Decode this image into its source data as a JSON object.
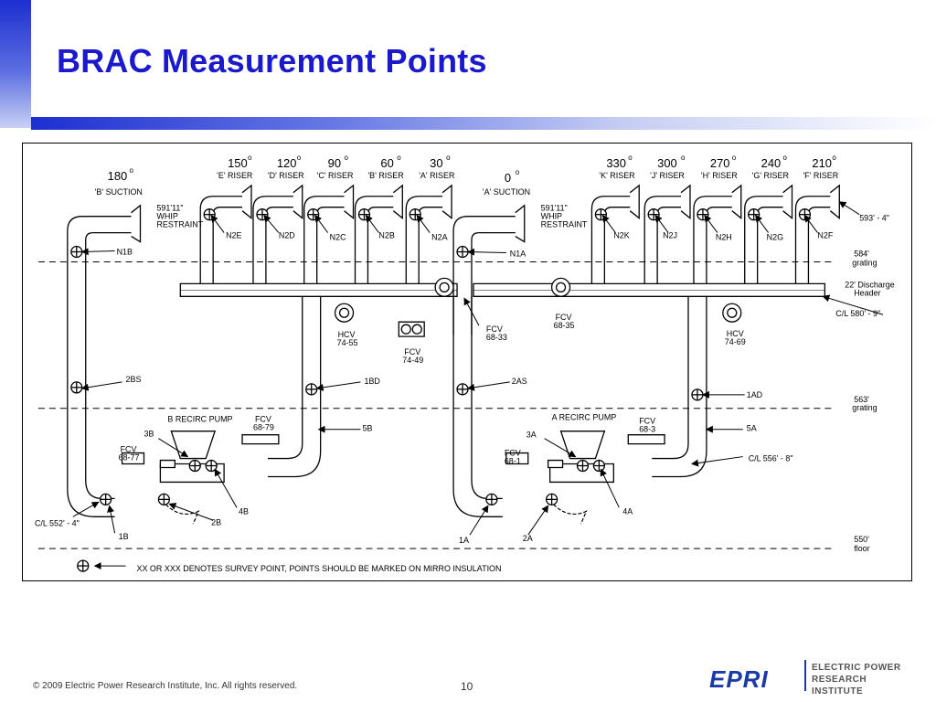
{
  "slide": {
    "title": "BRAC Measurement Points",
    "footer": "© 2009 Electric Power Research Institute, Inc. All rights reserved.",
    "page_number": "10",
    "logo_mark": "EPRI",
    "logo_name_line1": "ELECTRIC POWER",
    "logo_name_line2": "RESEARCH INSTITUTE"
  },
  "colors": {
    "accent": "#1a1acc",
    "line": "#000000"
  },
  "diagram": {
    "degrees": [
      "150",
      "120",
      "90",
      "60",
      "30",
      "330",
      "300",
      "270",
      "240",
      "210",
      "180",
      "0"
    ],
    "degree_mark": "o",
    "risers": [
      "'E' RISER",
      "'D' RISER",
      "'C' RISER",
      "'B' RISER",
      "'A' RISER",
      "'K' RISER",
      "'J' RISER",
      "'H' RISER",
      "'G' RISER",
      "'F' RISER"
    ],
    "suctions": [
      "'B' SUCTION",
      "'A' SUCTION"
    ],
    "whip": {
      "elevation": "591'11\"",
      "line2": "WHIP",
      "line3": "RESTRAINT"
    },
    "nozzles": [
      "N2E",
      "N2D",
      "N2C",
      "N2B",
      "N2A",
      "N2K",
      "N2J",
      "N2H",
      "N2G",
      "N2F",
      "N1B",
      "N1A"
    ],
    "points": [
      "2BS",
      "1BD",
      "2AS",
      "1AD",
      "3B",
      "5B",
      "3A",
      "5A",
      "4B",
      "2B",
      "4A",
      "1B",
      "1A",
      "2A"
    ],
    "valves": {
      "hcv_b": [
        "HCV",
        "74-55"
      ],
      "fcv_749": [
        "FCV",
        "74-49"
      ],
      "fcv_6833": [
        "FCV",
        "68-33"
      ],
      "fcv_6835": [
        "FCV",
        "68-35"
      ],
      "hcv_a": [
        "HCV",
        "74-69"
      ],
      "fcv_6879": [
        "FCV",
        "68-79"
      ],
      "fcv_6877": [
        "FCV",
        "68-77"
      ],
      "fcv_683": [
        "FCV",
        "68-3"
      ],
      "fcv_681": [
        "FCV",
        "68-1"
      ]
    },
    "pumps": [
      "B RECIRC PUMP",
      "A RECIRC PUMP"
    ],
    "elevations": {
      "e593": "593' - 4\"",
      "e584": [
        "584'",
        "grating"
      ],
      "header": [
        "22' Discharge",
        "Header"
      ],
      "cl580": "C/L 580' - 9\"",
      "e563": [
        "563'",
        "grating"
      ],
      "cl556": "C/L 556' - 8\"",
      "cl552": "C/L 552' - 4\"",
      "e550": [
        "550'",
        "floor"
      ]
    },
    "legend": "XX OR XXX DENOTES SURVEY POINT, POINTS SHOULD BE MARKED ON MIRRO INSULATION"
  }
}
